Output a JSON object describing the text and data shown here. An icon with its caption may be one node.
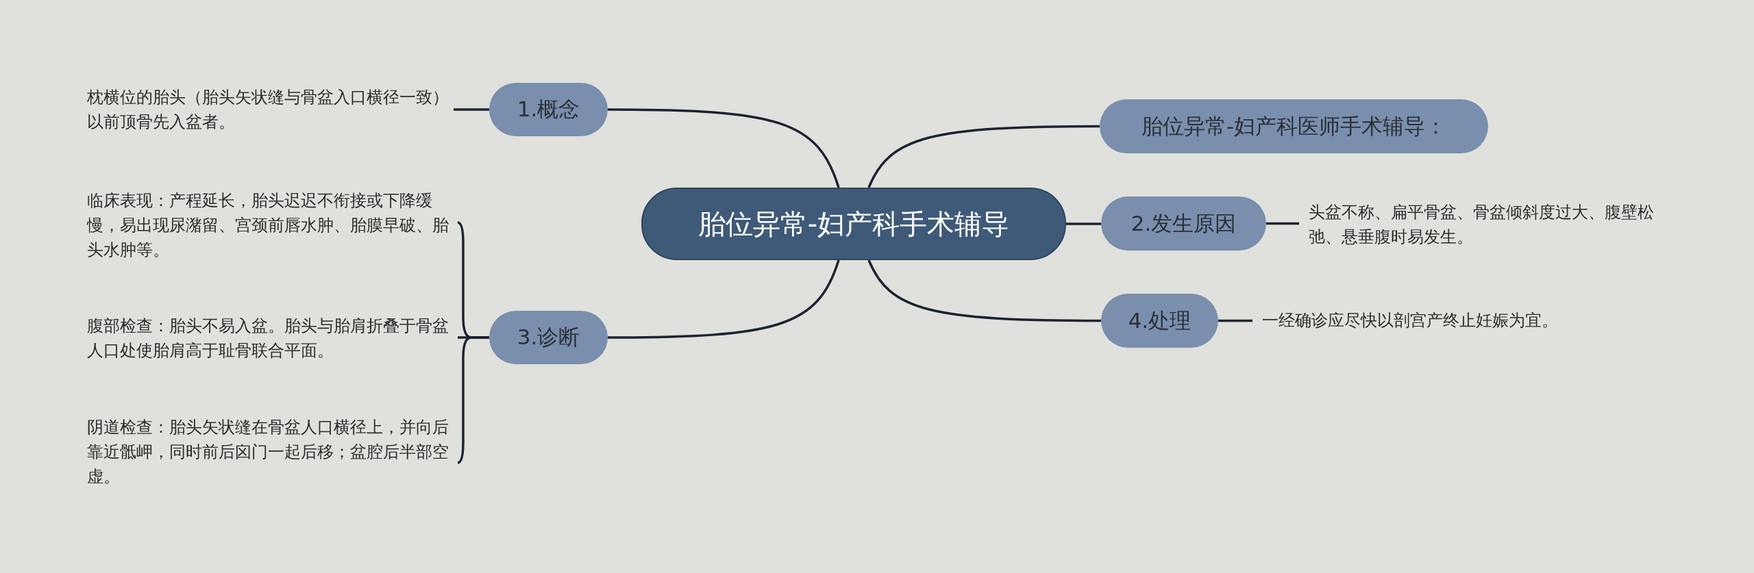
{
  "diagram": {
    "nodes": [
      {
        "text": [
          "胎位异常-妇产科手术辅导"
        ]
      },
      {
        "text": [
          "1.概念"
        ]
      },
      {
        "text": [
          "枕横位的胎头（胎头矢状缝与骨盆入口横径一致）以前顶骨先入盆者。"
        ]
      },
      {
        "text": [
          "胎位异常-妇产科医师手术辅导："
        ]
      },
      {
        "text": [
          "2.发生原因"
        ]
      },
      {
        "text": [
          "头盆不称、扁平骨盆、骨盆倾斜度过大、腹壁松弛、悬垂腹时易发生。"
        ]
      },
      {
        "text": [
          "3.诊断"
        ]
      },
      {
        "text": [
          "临床表现：产程延长，胎头迟迟不衔接或下降缓慢，易出现尿潴留、宫颈前唇水肿、胎膜早破、胎头水肿等。"
        ]
      },
      {
        "text": [
          "腹部检查：胎头不易入盆。胎头与胎肩折叠于骨盆人口处使胎肩高于耻骨联合平面。"
        ]
      },
      {
        "text": [
          "阴道检查：胎头矢状缝在骨盆人口横径上，并向后靠近骶岬，同时前后囟门一起后移；盆腔后半部空虚。"
        ]
      },
      {
        "text": [
          "4.处理"
        ]
      },
      {
        "text": [
          "一经确诊应尽快以剖宫产终止妊娠为宜。"
        ]
      }
    ],
    "edges": [
      {
        "from": 0,
        "to": 1,
        "arrow": "none"
      },
      {
        "from": 1,
        "to": 2,
        "arrow": "none"
      },
      {
        "from": 0,
        "to": 3,
        "arrow": "none"
      },
      {
        "from": 0,
        "to": 4,
        "arrow": "none"
      },
      {
        "from": 4,
        "to": 5,
        "arrow": "none"
      },
      {
        "from": 0,
        "to": 6,
        "arrow": "none"
      },
      {
        "from": 6,
        "to": 7,
        "arrow": "none"
      },
      {
        "from": 6,
        "to": 8,
        "arrow": "none"
      },
      {
        "from": 6,
        "to": 9,
        "arrow": "none"
      },
      {
        "from": 0,
        "to": 10,
        "arrow": "none"
      },
      {
        "from": 10,
        "to": 11,
        "arrow": "none"
      }
    ]
  }
}
